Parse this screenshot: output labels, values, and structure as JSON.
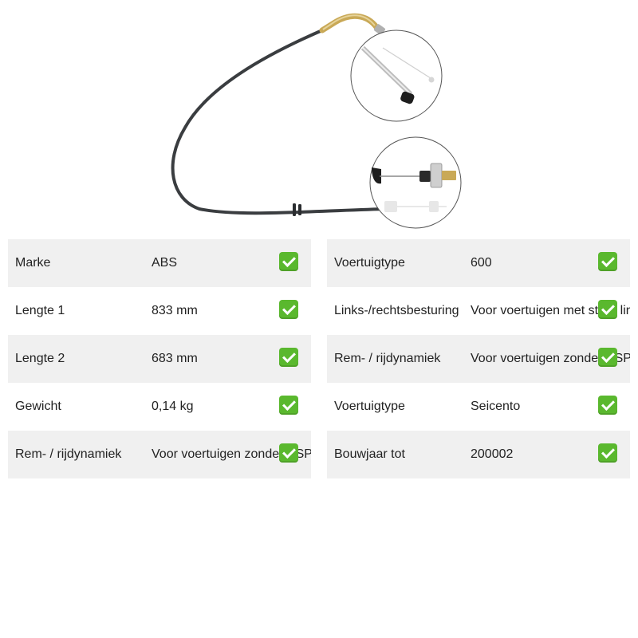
{
  "left_table": [
    {
      "label": "Marke",
      "value": "ABS"
    },
    {
      "label": "Lengte 1",
      "value": "833 mm"
    },
    {
      "label": "Lengte 2",
      "value": "683 mm"
    },
    {
      "label": "Gewicht",
      "value": "0,14 kg"
    },
    {
      "label": "Rem- / rijdynamiek",
      "value": "Voor voertuigen zonder ESP"
    }
  ],
  "right_table": [
    {
      "label": "Voertuigtype",
      "value": "600"
    },
    {
      "label": "Links-/rechtsbesturing",
      "value": "Voor voertuigen met stuur links"
    },
    {
      "label": "Rem- / rijdynamiek",
      "value": "Voor voertuigen zonder ESP"
    },
    {
      "label": "Voertuigtype",
      "value": "Seicento"
    },
    {
      "label": "Bouwjaar tot",
      "value": "200002"
    }
  ],
  "icons": {
    "check": "check-mark-icon",
    "product": "throttle-cable-image"
  },
  "colors": {
    "row_shade": "#f0f0f0",
    "check_green": "#5ab82e",
    "cable": "#3a3d40",
    "brass": "#c9a957"
  }
}
